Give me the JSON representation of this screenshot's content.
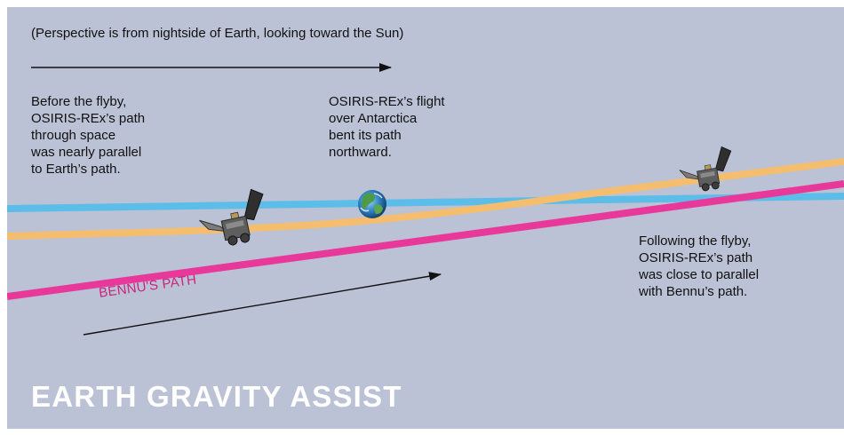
{
  "perspective_note": "(Perspective is from nightside of Earth, looking toward the Sun)",
  "annotations": {
    "before": "Before the flyby,\nOSIRIS-REx’s path\nthrough space\nwas nearly parallel\nto Earth’s path.",
    "during": "OSIRIS-REx’s flight\nover Antarctica\nbent its path\nnorthward.",
    "after": "Following the flyby,\nOSIRIS-REx’s path\nwas close to parallel\nwith Bennu’s path."
  },
  "bennu_label": "BENNU'S PATH",
  "title": "EARTH GRAVITY ASSIST",
  "colors": {
    "background": "#bcc2d6",
    "earth_path": "#5bbde8",
    "osiris_rex_path": "#f5bd6e",
    "bennu_path": "#e8399b",
    "title": "#ffffff"
  },
  "icons": [
    "earth-icon",
    "spacecraft-icon",
    "arrow-icon"
  ]
}
